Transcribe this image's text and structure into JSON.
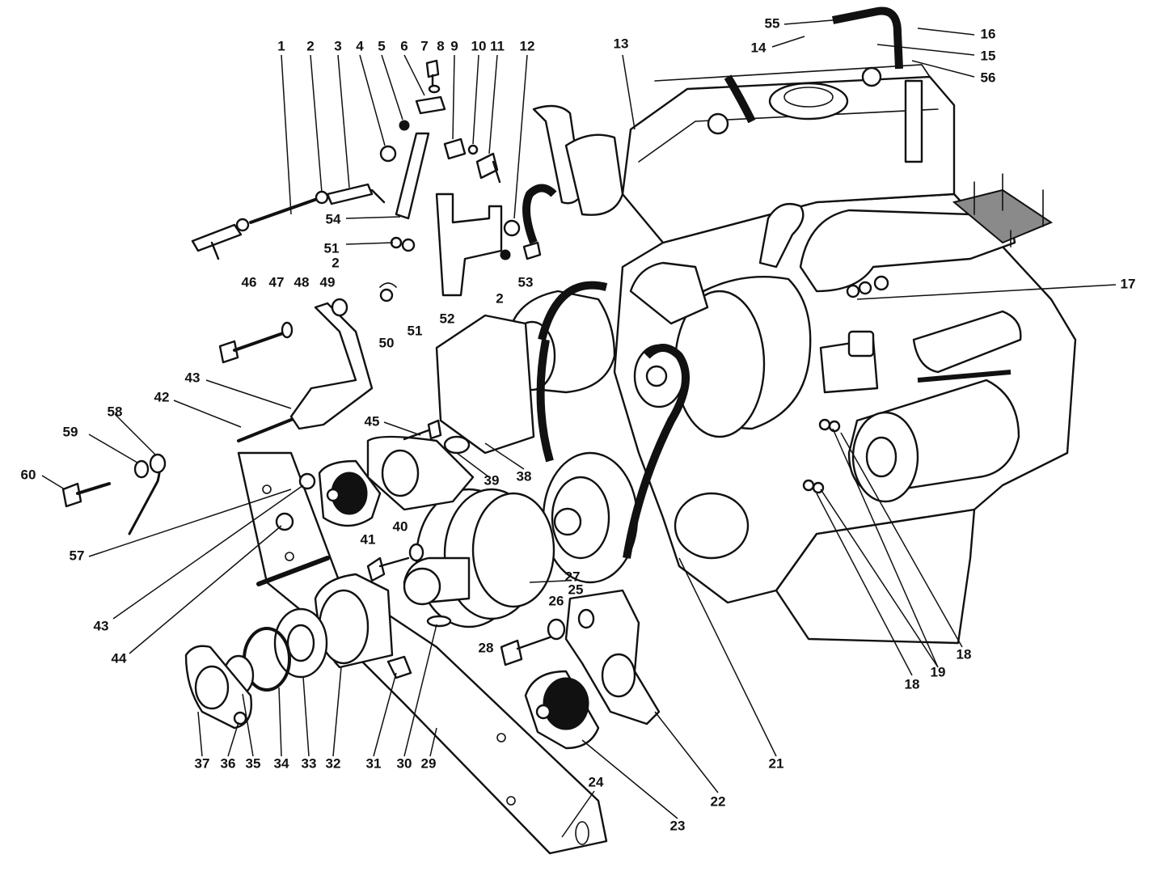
{
  "diagram": {
    "line_color": "#111111",
    "background": "#ffffff",
    "callouts": [
      {
        "id": "1",
        "label": "1"
      },
      {
        "id": "2",
        "label": "2"
      },
      {
        "id": "3",
        "label": "3"
      },
      {
        "id": "4",
        "label": "4"
      },
      {
        "id": "5",
        "label": "5"
      },
      {
        "id": "6",
        "label": "6"
      },
      {
        "id": "7",
        "label": "7"
      },
      {
        "id": "8",
        "label": "8"
      },
      {
        "id": "9",
        "label": "9"
      },
      {
        "id": "10",
        "label": "10"
      },
      {
        "id": "11",
        "label": "11"
      },
      {
        "id": "12",
        "label": "12"
      },
      {
        "id": "13",
        "label": "13"
      },
      {
        "id": "14",
        "label": "14"
      },
      {
        "id": "15",
        "label": "15"
      },
      {
        "id": "16",
        "label": "16"
      },
      {
        "id": "17",
        "label": "17"
      },
      {
        "id": "18",
        "label": "18"
      },
      {
        "id": "19",
        "label": "19"
      },
      {
        "id": "21",
        "label": "21"
      },
      {
        "id": "22",
        "label": "22"
      },
      {
        "id": "23",
        "label": "23"
      },
      {
        "id": "24",
        "label": "24"
      },
      {
        "id": "25",
        "label": "25"
      },
      {
        "id": "26",
        "label": "26"
      },
      {
        "id": "27",
        "label": "27"
      },
      {
        "id": "28",
        "label": "28"
      },
      {
        "id": "29",
        "label": "29"
      },
      {
        "id": "30",
        "label": "30"
      },
      {
        "id": "31",
        "label": "31"
      },
      {
        "id": "32",
        "label": "32"
      },
      {
        "id": "33",
        "label": "33"
      },
      {
        "id": "34",
        "label": "34"
      },
      {
        "id": "35",
        "label": "35"
      },
      {
        "id": "36",
        "label": "36"
      },
      {
        "id": "37",
        "label": "37"
      },
      {
        "id": "38",
        "label": "38"
      },
      {
        "id": "39",
        "label": "39"
      },
      {
        "id": "40",
        "label": "40"
      },
      {
        "id": "41",
        "label": "41"
      },
      {
        "id": "42",
        "label": "42"
      },
      {
        "id": "43",
        "label": "43"
      },
      {
        "id": "44",
        "label": "44"
      },
      {
        "id": "45",
        "label": "45"
      },
      {
        "id": "46",
        "label": "46"
      },
      {
        "id": "47",
        "label": "47"
      },
      {
        "id": "48",
        "label": "48"
      },
      {
        "id": "49",
        "label": "49"
      },
      {
        "id": "50",
        "label": "50"
      },
      {
        "id": "51",
        "label": "51"
      },
      {
        "id": "52",
        "label": "52"
      },
      {
        "id": "53",
        "label": "53"
      },
      {
        "id": "54",
        "label": "54"
      },
      {
        "id": "55",
        "label": "55"
      },
      {
        "id": "56",
        "label": "56"
      },
      {
        "id": "57",
        "label": "57"
      },
      {
        "id": "58",
        "label": "58"
      },
      {
        "id": "59",
        "label": "59"
      },
      {
        "id": "60",
        "label": "60"
      }
    ]
  }
}
